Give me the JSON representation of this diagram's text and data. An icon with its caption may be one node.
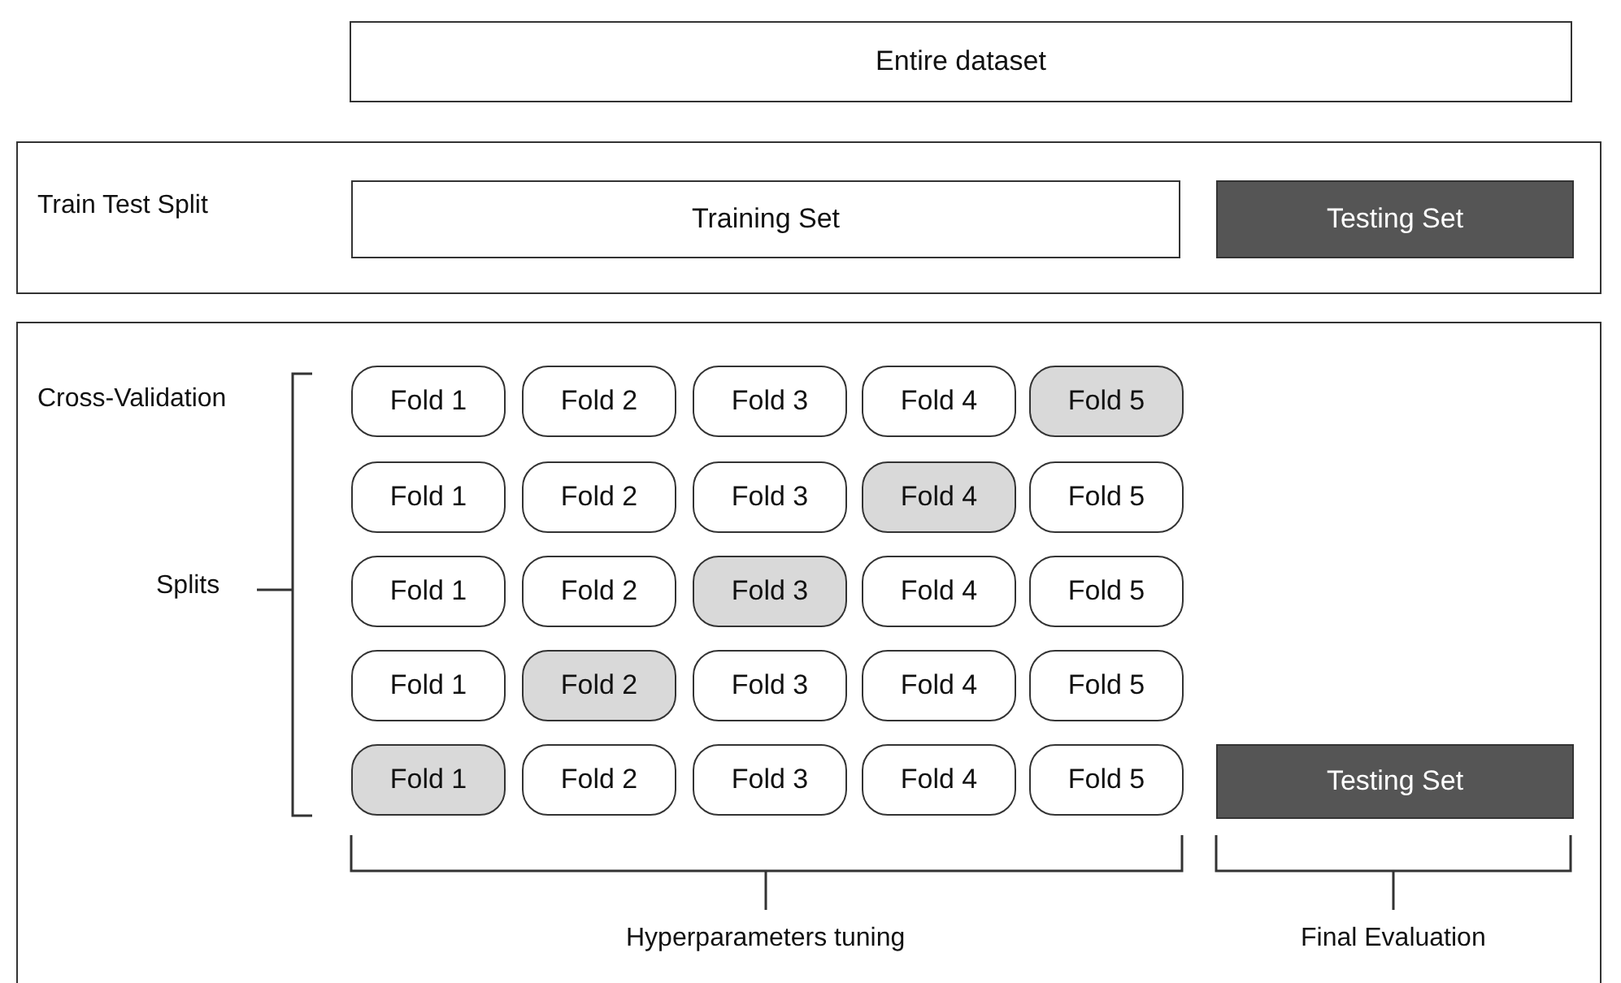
{
  "diagram": {
    "nodes": [
      {
        "text": [
          "Entire dataset"
        ]
      },
      {
        "text": [
          "Train Test Split"
        ]
      },
      {
        "text": [
          "Training Set"
        ],
        "in": 1
      },
      {
        "text": [
          "Testing Set"
        ],
        "in": 1
      },
      {
        "text": [
          "Cross-Validation"
        ]
      },
      {
        "text": [
          "Fold 1"
        ],
        "in": 4
      },
      {
        "text": [
          "Fold 2"
        ],
        "in": 4
      },
      {
        "text": [
          "Fold 3"
        ],
        "in": 4
      },
      {
        "text": [
          "Fold 4"
        ],
        "in": 4
      },
      {
        "text": [
          "Fold 5"
        ],
        "in": 4
      },
      {
        "text": [
          "Fold 1"
        ],
        "in": 4
      },
      {
        "text": [
          "Fold 2"
        ],
        "in": 4
      },
      {
        "text": [
          "Fold 3"
        ],
        "in": 4
      },
      {
        "text": [
          "Fold 4"
        ],
        "in": 4
      },
      {
        "text": [
          "Fold 5"
        ],
        "in": 4
      },
      {
        "text": [
          "Fold 1"
        ],
        "in": 4
      },
      {
        "text": [
          "Fold 2"
        ],
        "in": 4
      },
      {
        "text": [
          "Fold 3"
        ],
        "in": 4
      },
      {
        "text": [
          "Fold 4"
        ],
        "in": 4
      },
      {
        "text": [
          "Fold 5"
        ],
        "in": 4
      },
      {
        "text": [
          "Fold 1"
        ],
        "in": 4
      },
      {
        "text": [
          "Fold 2"
        ],
        "in": 4
      },
      {
        "text": [
          "Fold 3"
        ],
        "in": 4
      },
      {
        "text": [
          "Fold 4"
        ],
        "in": 4
      },
      {
        "text": [
          "Fold 5"
        ],
        "in": 4
      },
      {
        "text": [
          "Fold 1"
        ],
        "in": 4
      },
      {
        "text": [
          "Fold 2"
        ],
        "in": 4
      },
      {
        "text": [
          "Fold 3"
        ],
        "in": 4
      },
      {
        "text": [
          "Fold 4"
        ],
        "in": 4
      },
      {
        "text": [
          "Fold 5"
        ],
        "in": 4
      },
      {
        "text": [
          "Testing Set"
        ],
        "in": 4
      }
    ],
    "labels": [
      "Splits",
      "Hyperparameters tuning",
      "Final Evaluation"
    ]
  }
}
